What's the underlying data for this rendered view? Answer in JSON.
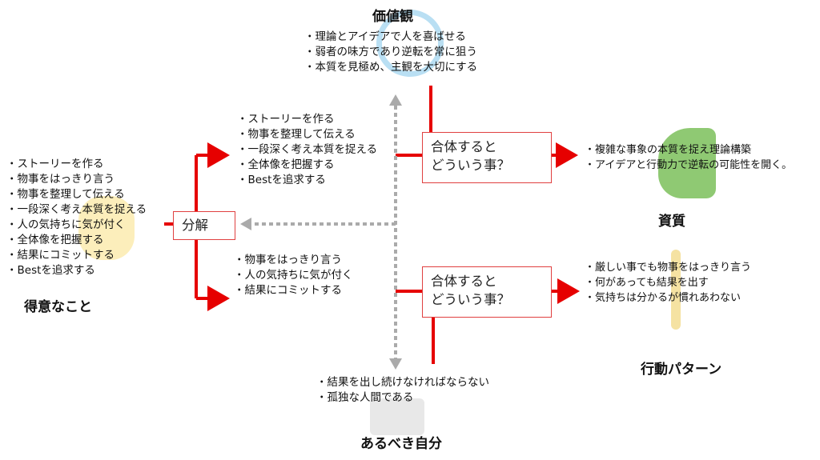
{
  "titles": {
    "values": "価値観",
    "strengths": "得意なこと",
    "qualities": "資質",
    "behavior": "行動パターン",
    "ideal_self": "あるべき自分"
  },
  "values_items": [
    "理論とアイデアで人を喜ばせる",
    "弱者の味方であり逆転を常に狙う",
    "本質を見極め、主観を大切にする"
  ],
  "strengths_items": [
    "ストーリーを作る",
    "物事をはっきり言う",
    "物事を整理して伝える",
    "一段深く考え本質を捉える",
    "人の気持ちに気が付く",
    "全体像を把握する",
    "結果にコミットする",
    "Bestを追求する"
  ],
  "decompose_label": "分解",
  "upper_group_items": [
    "ストーリーを作る",
    "物事を整理して伝える",
    "一段深く考え本質を捉える",
    "全体像を把握する",
    "Bestを追求する"
  ],
  "lower_group_items": [
    "物事をはっきり言う",
    "人の気持ちに気が付く",
    "結果にコミットする"
  ],
  "combine_upper": {
    "line1": "合体すると",
    "line2": "どういう事？"
  },
  "combine_lower": {
    "line1": "合体すると",
    "line2": "どういう事？"
  },
  "qualities_items": [
    "複雑な事象の本質を捉え理論構築",
    "アイデアと行動力で逆転の可能性を開く。"
  ],
  "behavior_items": [
    "厳しい事でも物事をはっきり言う",
    "何があっても結果を出す",
    "気持ちは分かるが慣れあわない"
  ],
  "ideal_self_items": [
    "結果を出し続けなければならない",
    "孤独な人間である"
  ],
  "colors": {
    "accent": "#e60000",
    "dashed": "#aaaaaa",
    "box_border": "#e04040"
  }
}
